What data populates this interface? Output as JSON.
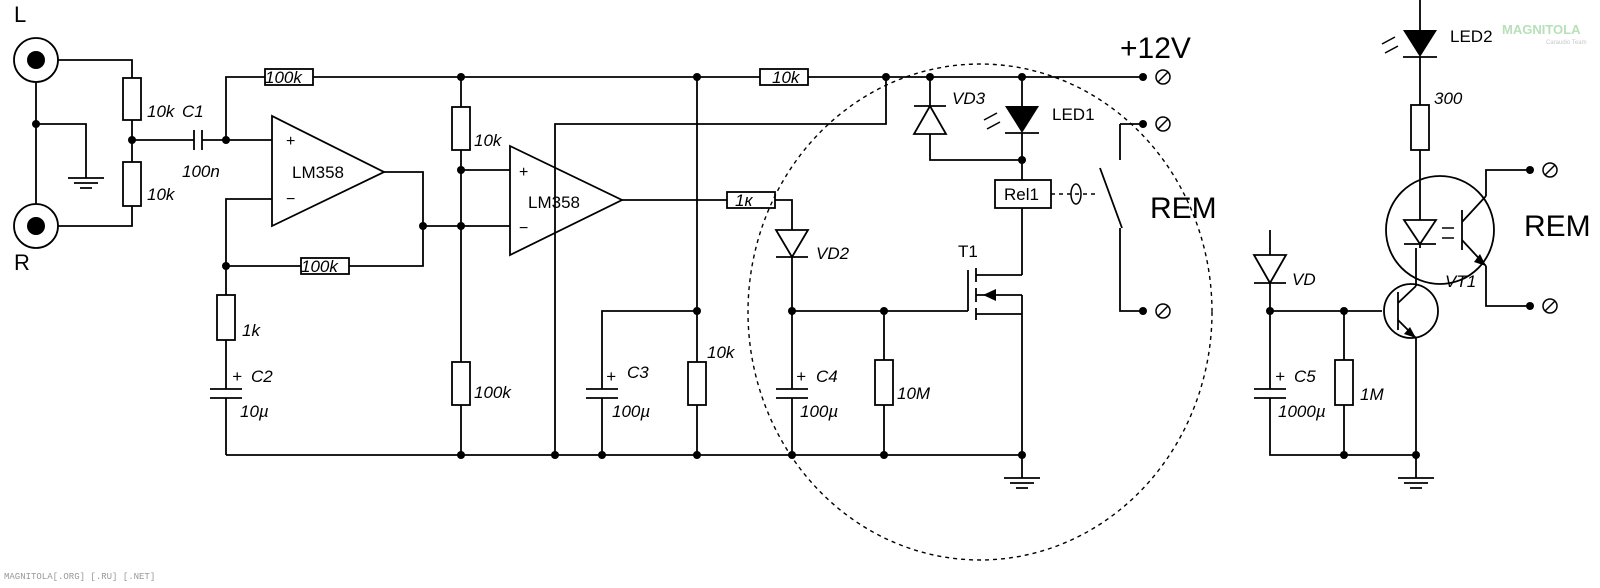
{
  "power_label": "+12V",
  "output_labels": [
    "REM",
    "REM"
  ],
  "inputs": {
    "left": "L",
    "right": "R"
  },
  "opamps": [
    "LM358",
    "LM358"
  ],
  "resistors": {
    "r_in_top": "10k",
    "r_in_bottom": "10k",
    "r_fb_top": "100k",
    "r_fb_bottom": "100k",
    "r_gain": "1k",
    "r_div_top": "10k",
    "r_div_bottom": "100k",
    "r_supply": "10k",
    "r_out": "1к",
    "r_c3": "10k",
    "r_gate": "10M",
    "r_led2": "300",
    "r_c5": "1M"
  },
  "capacitors": {
    "c1": {
      "name": "C1",
      "value": "100n"
    },
    "c2": {
      "name": "C2",
      "value": "10µ"
    },
    "c3": {
      "name": "C3",
      "value": "100µ"
    },
    "c4": {
      "name": "C4",
      "value": "100µ"
    },
    "c5": {
      "name": "C5",
      "value": "1000µ"
    }
  },
  "diodes": {
    "vd2": "VD2",
    "vd3": "VD3",
    "vd": "VD"
  },
  "leds": {
    "led1": "LED1",
    "led2": "LED2"
  },
  "transistors": {
    "t1": "T1",
    "vt1": "VT1"
  },
  "relay": "Rel1",
  "footer": "MAGNITOLA[.ORG] [.RU] [.NET]",
  "watermark": {
    "logo": "MAGNITOLA",
    "sub": "Caraudio Team"
  }
}
